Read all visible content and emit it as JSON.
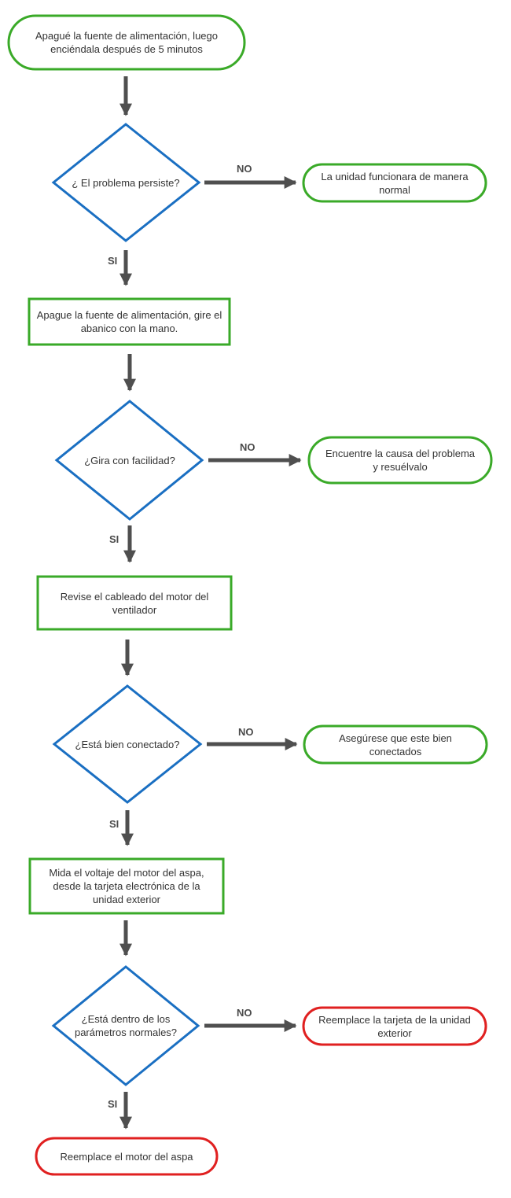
{
  "colors": {
    "process_border": "#3aaa28",
    "decision_border": "#1a6fc2",
    "end_border": "#e02020",
    "arrow": "#4f4f4f",
    "text": "#333333"
  },
  "flow": {
    "start": "Apagué la fuente de alimentación, luego enciéndala después de 5 minutos",
    "q1": "¿ El problema persiste?",
    "q1_no_result": "La unidad funcionara de manera normal",
    "step2": "Apague la fuente de alimentación, gire el abanico con la mano.",
    "q2": "¿Gira con facilidad?",
    "q2_no_result": "Encuentre la causa del problema y resuélvalo",
    "step3": "Revise el cableado del motor del ventilador",
    "q3": "¿Está bien conectado?",
    "q3_no_result": "Asegúrese que este bien conectados",
    "step4": "Mida el voltaje del motor del aspa, desde la tarjeta electrónica de la unidad exterior",
    "q4": "¿Está dentro de los parámetros normales?",
    "q4_no_result": "Reemplace la tarjeta de la unidad exterior",
    "end": "Reemplace el motor del aspa"
  },
  "labels": {
    "no": "NO",
    "yes": "SI"
  }
}
